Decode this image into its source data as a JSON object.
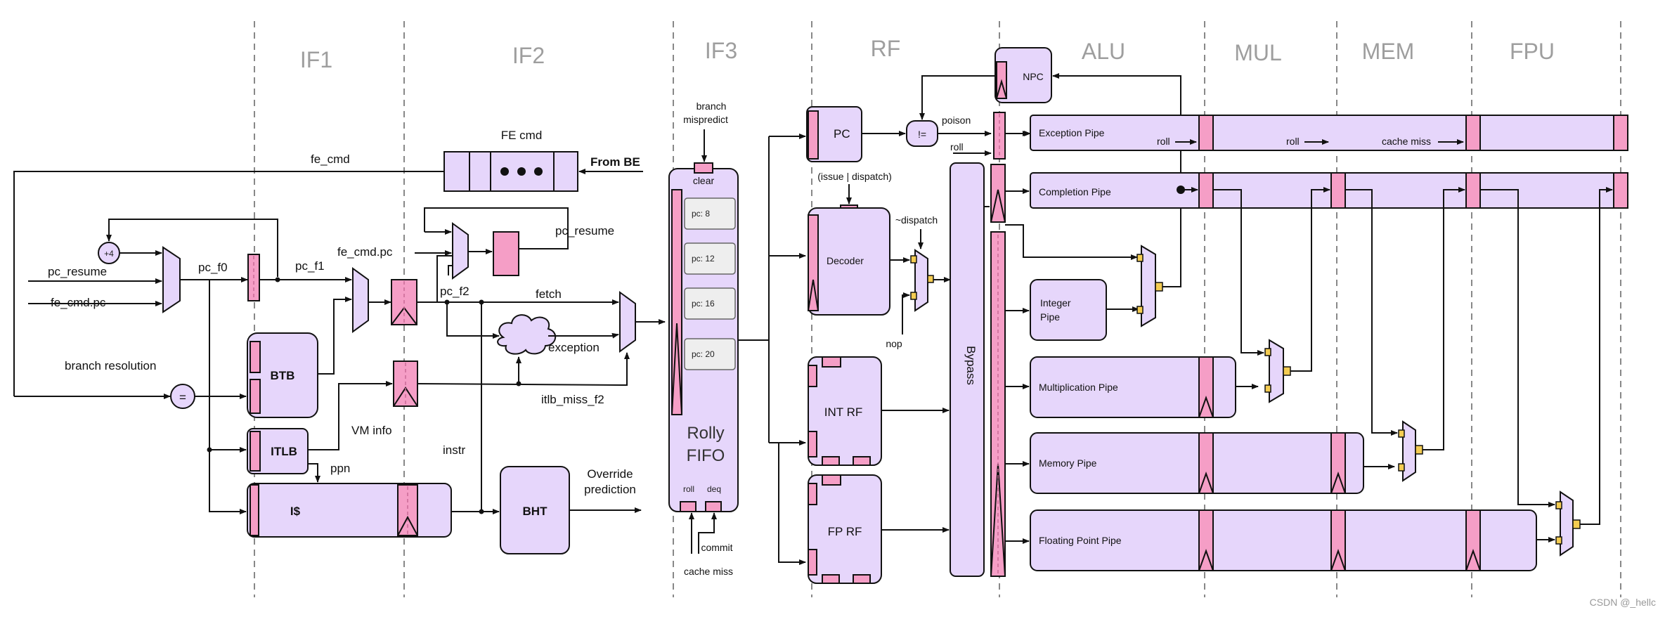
{
  "stages": [
    "IF1",
    "IF2",
    "IF3",
    "RF",
    "ALU",
    "MUL",
    "MEM",
    "FPU"
  ],
  "frontend": {
    "fe_cmd": "FE cmd",
    "from_be": "From BE",
    "fe_cmd_wire": "fe_cmd",
    "plus4": "+4",
    "pc_resume": "pc_resume",
    "fe_cmd_pc": "fe_cmd.pc",
    "pc_f0": "pc_f0",
    "pc_f1": "pc_f1",
    "pc_f2": "pc_f2",
    "fe_cmd_pc_mux": "fe_cmd.pc",
    "pc_resume_reg": "pc_resume",
    "fetch": "fetch",
    "exception": "exception",
    "itlb_miss_f2": "itlb_miss_f2",
    "branch_resolution": "branch resolution",
    "eq": "=",
    "btb": "BTB",
    "itlb": "ITLB",
    "icache": "I$",
    "vm_info": "VM info",
    "ppn": "ppn",
    "instr": "instr",
    "bht": "BHT",
    "override": "Override",
    "prediction": "prediction"
  },
  "fifo": {
    "branch": "branch",
    "mispredict": "mispredict",
    "clear": "clear",
    "entries": [
      "pc: 8",
      "pc: 12",
      "pc: 16",
      "pc: 20"
    ],
    "name1": "Rolly",
    "name2": "FIFO",
    "roll": "roll",
    "deq": "deq",
    "commit": "commit",
    "cache_miss": "cache miss"
  },
  "backend": {
    "pc": "PC",
    "npc": "NPC",
    "neq": "!=",
    "poison": "poison",
    "roll": "roll",
    "issue_dispatch": "(issue | dispatch)",
    "decoder": "Decoder",
    "not_dispatch": "~dispatch",
    "nop": "nop",
    "int_rf": "INT RF",
    "fp_rf": "FP RF",
    "bypass": "Bypass",
    "exception_pipe": "Exception Pipe",
    "completion_pipe": "Completion Pipe",
    "integer_pipe_1": "Integer",
    "integer_pipe_2": "Pipe",
    "mult_pipe": "Multiplication Pipe",
    "mem_pipe": "Memory Pipe",
    "fp_pipe": "Floating Point Pipe",
    "roll_alu": "roll",
    "roll_mul": "roll",
    "cache_miss": "cache miss"
  },
  "watermark": "CSDN @_hellc",
  "colors": {
    "block": "#e6d6fb",
    "register": "#f59ec6",
    "select": "#f4cc52",
    "stage_label": "#9e9e9e"
  }
}
